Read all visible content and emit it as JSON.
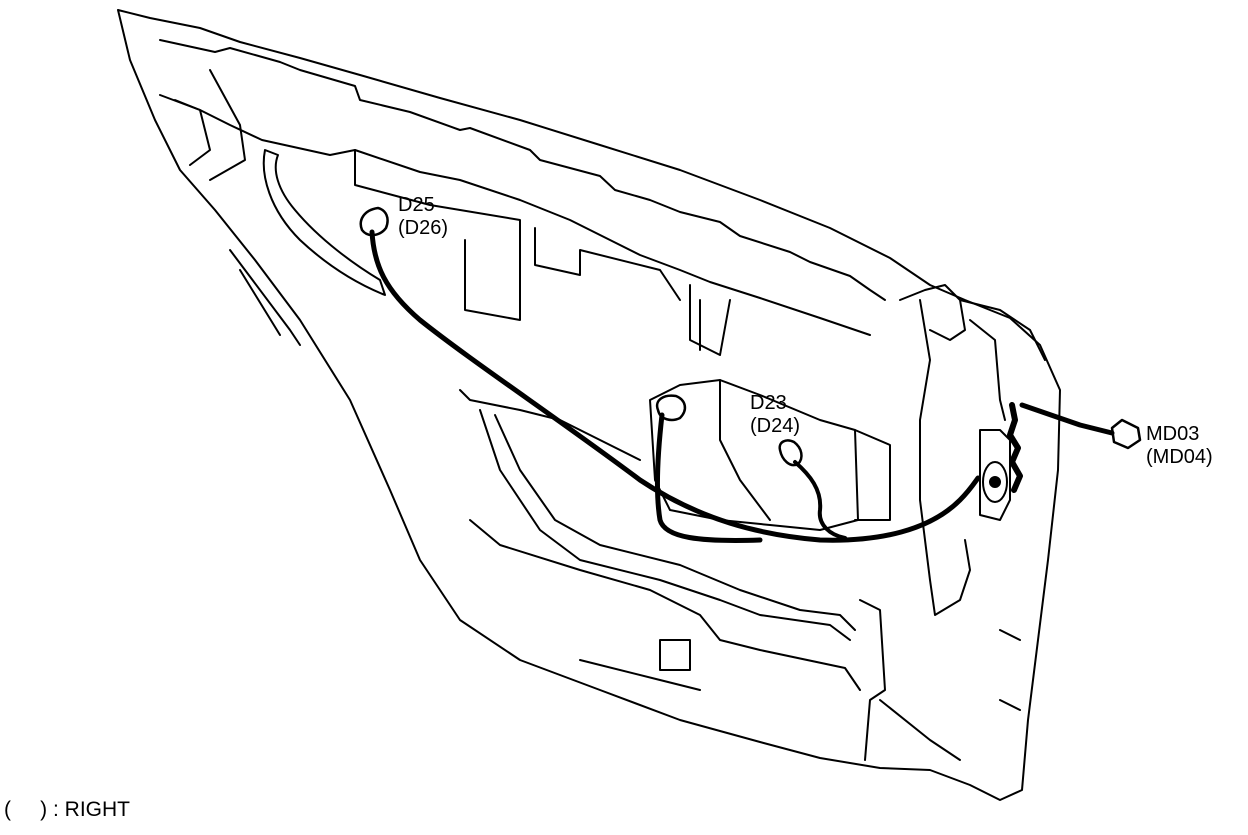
{
  "callouts": {
    "d25": {
      "main": "D25",
      "alt": "(D26)"
    },
    "d23": {
      "main": "D23",
      "alt": "(D24)"
    },
    "md03": {
      "main": "MD03",
      "alt": "(MD04)"
    }
  },
  "legend": {
    "text": "(     ) : RIGHT"
  },
  "colors": {
    "line": "#000000",
    "background": "#ffffff"
  }
}
